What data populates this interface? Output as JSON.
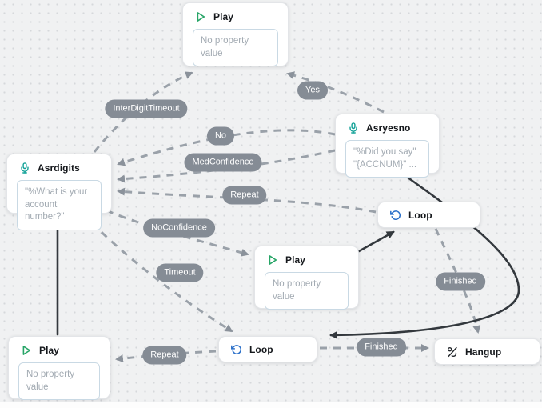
{
  "nodes": {
    "play_top": {
      "title": "Play",
      "property": "No property value"
    },
    "asryesno": {
      "title": "Asryesno",
      "property_line1": "\"%Did you say\"",
      "property_line2": "\"{ACCNUM}\" ..."
    },
    "asrdigits": {
      "title": "Asrdigits",
      "property": "\"%What is your account number?\""
    },
    "loop_right": {
      "title": "Loop"
    },
    "play_mid": {
      "title": "Play",
      "property": "No property value"
    },
    "loop_bottom": {
      "title": "Loop"
    },
    "hangup": {
      "title": "Hangup"
    },
    "play_bottom": {
      "title": "Play",
      "property": "No property value"
    }
  },
  "edge_labels": {
    "interdigittimeout": "InterDigitTimeout",
    "yes": "Yes",
    "no": "No",
    "medconfidence": "MedConfidence",
    "repeat_to_asrdigits": "Repeat",
    "noconfidence": "NoConfidence",
    "timeout": "Timeout",
    "finished_to_hangup_from_loop": "Finished",
    "finished_to_hangup_from_bottom_loop": "Finished",
    "repeat_to_play": "Repeat"
  },
  "colors": {
    "play_icon": "#27a567",
    "mic_icon": "#11a197",
    "loop_icon": "#2a6fc9",
    "hangup_icon": "#23272c",
    "edge_dashed": "#9aa1a9",
    "edge_solid": "#33383d",
    "label_bg": "#858c95"
  }
}
